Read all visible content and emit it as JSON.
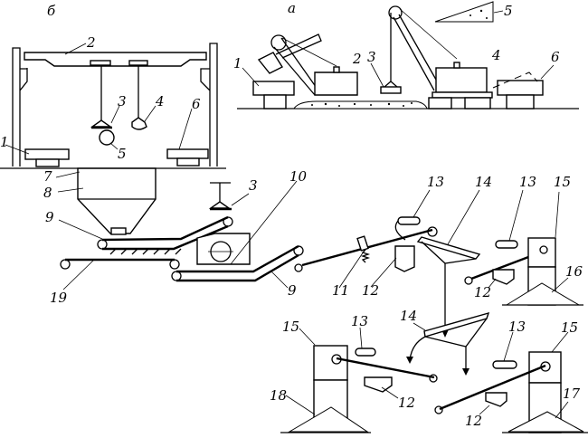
{
  "diagram": {
    "section_labels": {
      "left": "б",
      "right": "а"
    },
    "labels": {
      "l1a": "1",
      "l2a": "2",
      "l3a": "3",
      "l4a": "4",
      "l5a": "5",
      "l6a": "6",
      "l1b": "1",
      "l2b": "2",
      "l3b": "3",
      "l4b": "4",
      "l5b": "5",
      "l6b": "6",
      "l7": "7",
      "l8": "8",
      "l9a": "9",
      "l3c": "3",
      "l10": "10",
      "l9b": "9",
      "l19": "19",
      "l11": "11",
      "l12a": "12",
      "l13a": "13",
      "l14a": "14",
      "l13b": "13",
      "l15a": "15",
      "l12b": "12",
      "l16": "16",
      "l14b": "14",
      "l15b": "15",
      "l13c": "13",
      "l12c": "12",
      "l18": "18",
      "l13d": "13",
      "l15c": "15",
      "l12d": "12",
      "l17": "17"
    }
  }
}
